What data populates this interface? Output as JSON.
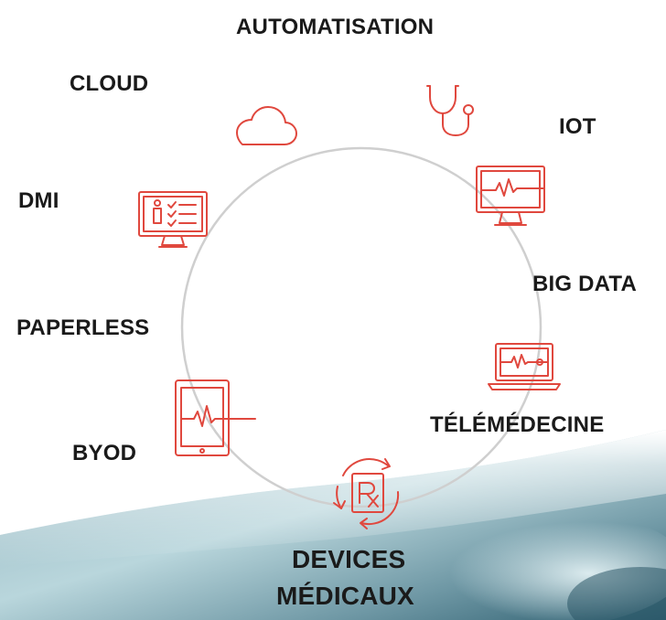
{
  "labels": {
    "automatisation": "AUTOMATISATION",
    "cloud": "CLOUD",
    "iot": "IOT",
    "dmi": "DMI",
    "big_data": "BIG DATA",
    "paperless": "PAPERLESS",
    "telemedecine": "TÉLÉMÉDECINE",
    "byod": "BYOD",
    "devices_line1": "DEVICES",
    "devices_line2": "MÉDICAUX"
  },
  "colors": {
    "icon_stroke": "#e0483e",
    "ring": "#cfcfcf",
    "text": "#1a1a1a",
    "wave_dark": "#1f4a5a",
    "wave_light": "#d7ecef"
  },
  "icons": [
    "stethoscope-icon",
    "cloud-icon",
    "monitor-heartbeat-icon",
    "dmi-checklist-monitor-icon",
    "laptop-heartbeat-icon",
    "tablet-heartbeat-icon",
    "prescription-rx-icon"
  ]
}
